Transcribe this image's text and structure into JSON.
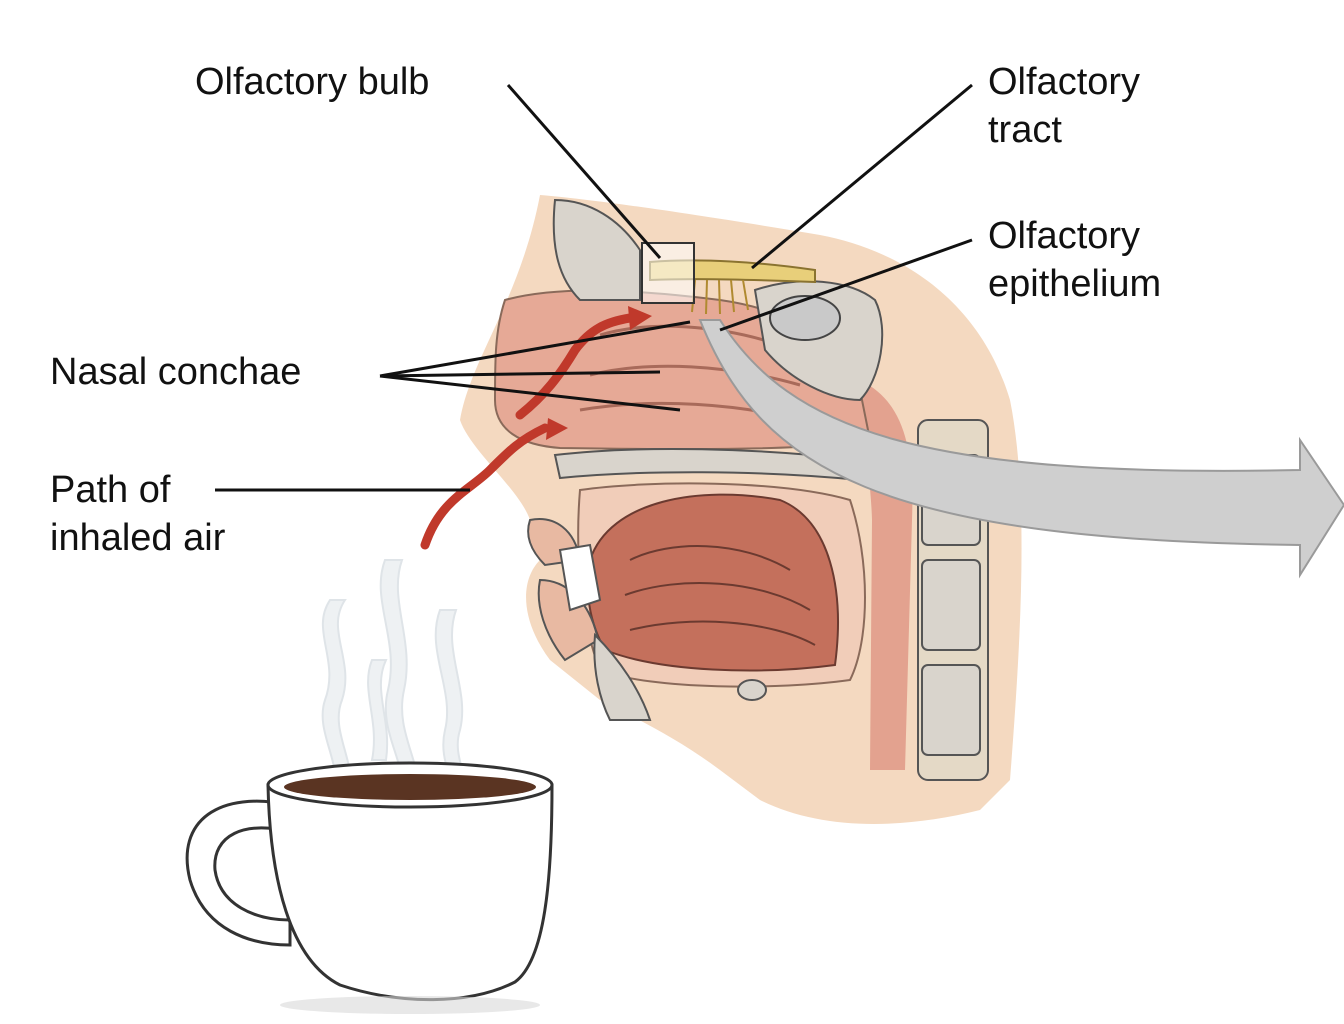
{
  "labels": {
    "olfactory_bulb": "Olfactory bulb",
    "olfactory_tract_line1": "Olfactory",
    "olfactory_tract_line2": "tract",
    "olfactory_epithelium_line1": "Olfactory",
    "olfactory_epithelium_line2": "epithelium",
    "nasal_conchae": "Nasal conchae",
    "path_line1": "Path of",
    "path_line2": "inhaled air"
  },
  "colors": {
    "skin": "#f4d9c0",
    "nasal_cavity": "#e6a996",
    "tongue": "#c4705c",
    "bone": "#d9d4cc",
    "airflow_arrow": "#c0392b",
    "callout_arrow": "#cfcfcf",
    "nerve": "#e8cf7a",
    "leader_line": "#111111"
  },
  "icons": {
    "head": "sagittal-head-section",
    "cup": "coffee-cup-icon",
    "steam": "steam-icon"
  }
}
